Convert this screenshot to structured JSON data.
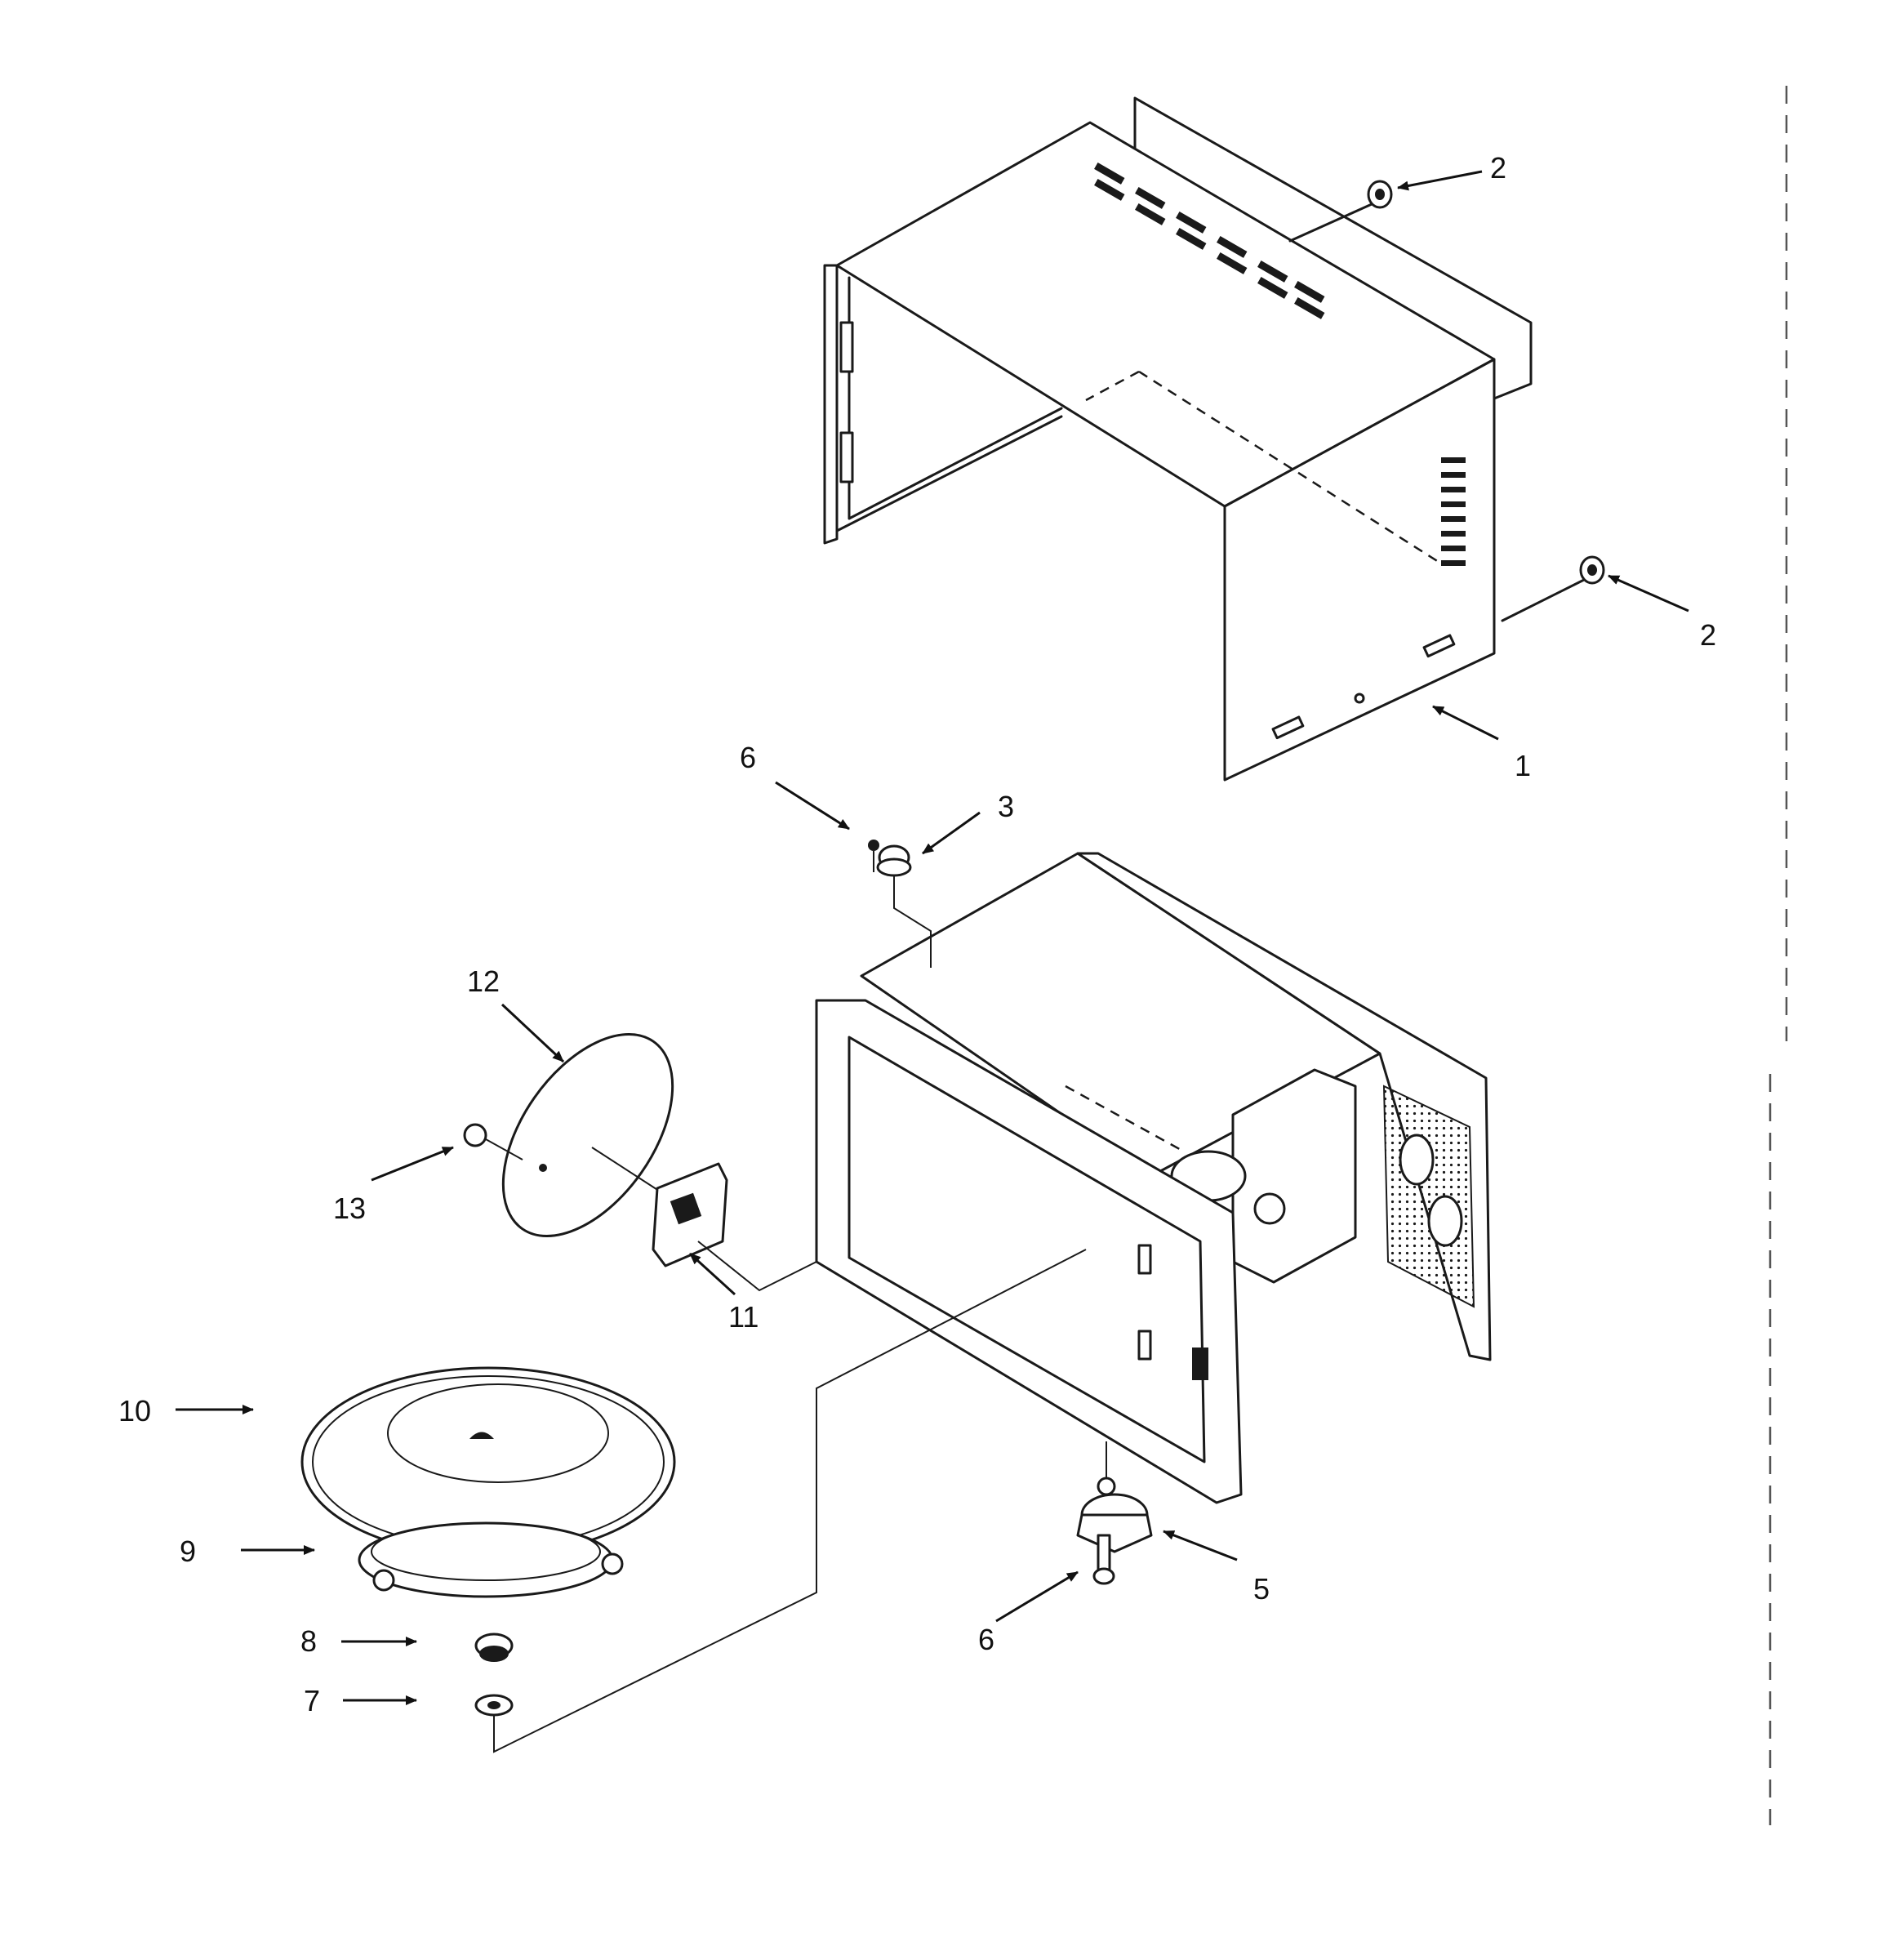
{
  "callouts": {
    "c1": "1",
    "c2a": "2",
    "c2b": "2",
    "c3": "3",
    "c5": "5",
    "c6a": "6",
    "c6b": "6",
    "c7": "7",
    "c8": "8",
    "c9": "9",
    "c10": "10",
    "c11": "11",
    "c12": "12",
    "c13": "13"
  }
}
